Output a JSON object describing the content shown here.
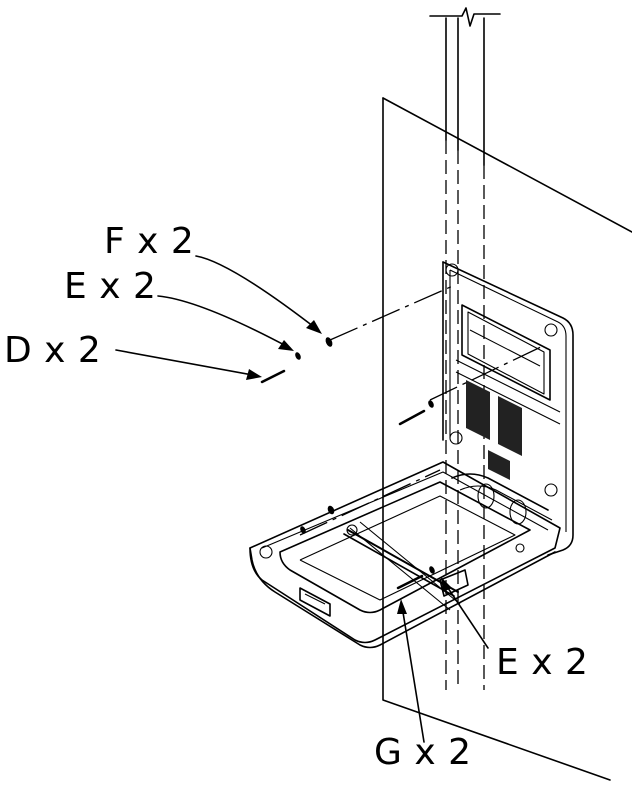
{
  "callouts": {
    "f": "F x 2",
    "e_upper": "E x 2",
    "d": "D x 2",
    "e_lower": "E x 2",
    "g": "G x 2"
  }
}
